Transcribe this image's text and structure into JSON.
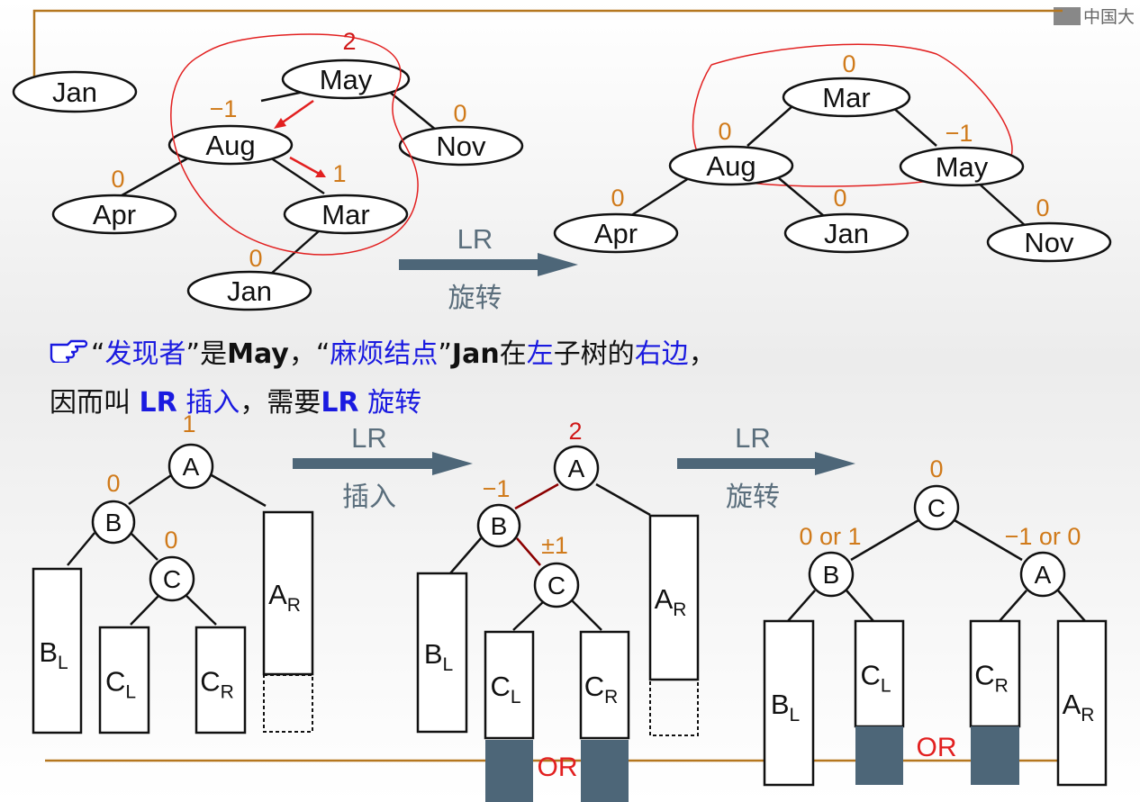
{
  "brand": "中国大",
  "top": {
    "standalone": {
      "label": "Jan"
    },
    "before": [
      {
        "label": "May",
        "bf": "2"
      },
      {
        "label": "Aug",
        "bf": "−1"
      },
      {
        "label": "Nov",
        "bf": "0"
      },
      {
        "label": "Apr",
        "bf": "0"
      },
      {
        "label": "Mar",
        "bf": "1"
      },
      {
        "label": "Jan",
        "bf": "0"
      }
    ],
    "arrow": {
      "top": "LR",
      "bottom": "旋转"
    },
    "after": [
      {
        "label": "Mar",
        "bf": "0"
      },
      {
        "label": "Aug",
        "bf": "0"
      },
      {
        "label": "May",
        "bf": "−1"
      },
      {
        "label": "Apr",
        "bf": "0"
      },
      {
        "label": "Jan",
        "bf": "0"
      },
      {
        "label": "Nov",
        "bf": "0"
      }
    ]
  },
  "explanation": {
    "line1": [
      {
        "t": "“",
        "c": "k"
      },
      {
        "t": "发现者",
        "c": "b"
      },
      {
        "t": "”是",
        "c": "k"
      },
      {
        "t": "May",
        "c": "kb"
      },
      {
        "t": "，“",
        "c": "k"
      },
      {
        "t": "麻烦结点",
        "c": "b"
      },
      {
        "t": "”",
        "c": "k"
      },
      {
        "t": "Jan",
        "c": "kb"
      },
      {
        "t": "在",
        "c": "k"
      },
      {
        "t": "左",
        "c": "b"
      },
      {
        "t": "子树的",
        "c": "k"
      },
      {
        "t": "右边",
        "c": "b"
      },
      {
        "t": "，",
        "c": "k"
      }
    ],
    "line2": [
      {
        "t": "因而叫 ",
        "c": "k"
      },
      {
        "t": "LR",
        "c": "bb"
      },
      {
        "t": " 插入",
        "c": "b"
      },
      {
        "t": "，需要",
        "c": "k"
      },
      {
        "t": "LR",
        "c": "bb"
      },
      {
        "t": " 旋转",
        "c": "b"
      }
    ]
  },
  "bottom": {
    "d1": {
      "A": "A",
      "B": "B",
      "C": "C",
      "bfA": "1",
      "bfB": "0",
      "bfC": "0",
      "boxes": [
        {
          "main": "B",
          "sub": "L"
        },
        {
          "main": "C",
          "sub": "L"
        },
        {
          "main": "C",
          "sub": "R"
        },
        {
          "main": "A",
          "sub": "R"
        }
      ]
    },
    "arrow1": {
      "top": "LR",
      "bottom": "插入"
    },
    "d2": {
      "A": "A",
      "B": "B",
      "C": "C",
      "bfA": "2",
      "bfB": "−1",
      "bfC": "±1",
      "or": "OR",
      "boxes": [
        {
          "main": "B",
          "sub": "L"
        },
        {
          "main": "C",
          "sub": "L"
        },
        {
          "main": "C",
          "sub": "R"
        },
        {
          "main": "A",
          "sub": "R"
        }
      ]
    },
    "arrow2": {
      "top": "LR",
      "bottom": "旋转"
    },
    "d3": {
      "C": "C",
      "B": "B",
      "A": "A",
      "bfC": "0",
      "bfB": "0 or 1",
      "bfA": "−1 or 0",
      "or": "OR",
      "boxes": [
        {
          "main": "B",
          "sub": "L"
        },
        {
          "main": "C",
          "sub": "L"
        },
        {
          "main": "C",
          "sub": "R"
        },
        {
          "main": "A",
          "sub": "R"
        }
      ]
    }
  },
  "colors": {
    "bf": "#d07a1a",
    "root_bf": "#d01818",
    "arrow": "#4d6678",
    "blue": "#1a1ae0",
    "frame": "#b5771f",
    "annot": "#e22020"
  }
}
